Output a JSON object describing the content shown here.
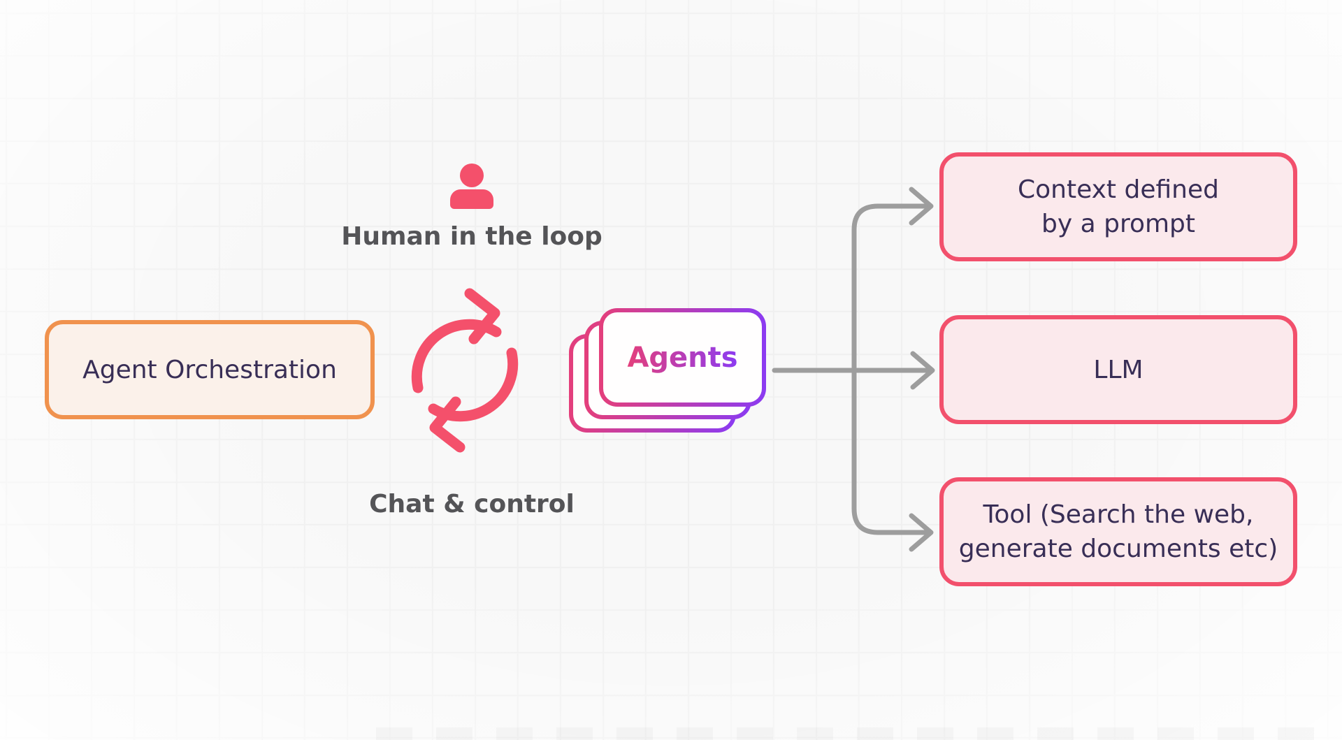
{
  "palette": {
    "background": "#F8F8F8",
    "grid_line": "#F0F0F0",
    "accent_pink": "#F4506B",
    "accent_orange": "#F0924E",
    "peach_fill": "#FBF1EA",
    "pink_fill": "#FBE9EC",
    "pink_border": "#F2506C",
    "card_gradient_start": "#E43F7B",
    "card_gradient_end": "#8B3BF2",
    "connector_gray": "#9D9D9D",
    "text_dark": "#382E56",
    "text_gray": "#545457"
  },
  "diagram": {
    "orchestration": {
      "label": "Agent Orchestration"
    },
    "human": {
      "label": "Human in the loop",
      "icon": "person-icon"
    },
    "cycle": {
      "label": "Chat & control",
      "icon": "cycle-arrows-icon"
    },
    "agents": {
      "label": "Agents",
      "stack_count": 3
    },
    "outputs": [
      {
        "id": "context",
        "lines": [
          "Context defined",
          "by a prompt"
        ]
      },
      {
        "id": "llm",
        "lines": [
          "LLM"
        ]
      },
      {
        "id": "tool",
        "lines": [
          "Tool (Search the web,",
          "generate documents etc)"
        ]
      }
    ]
  }
}
